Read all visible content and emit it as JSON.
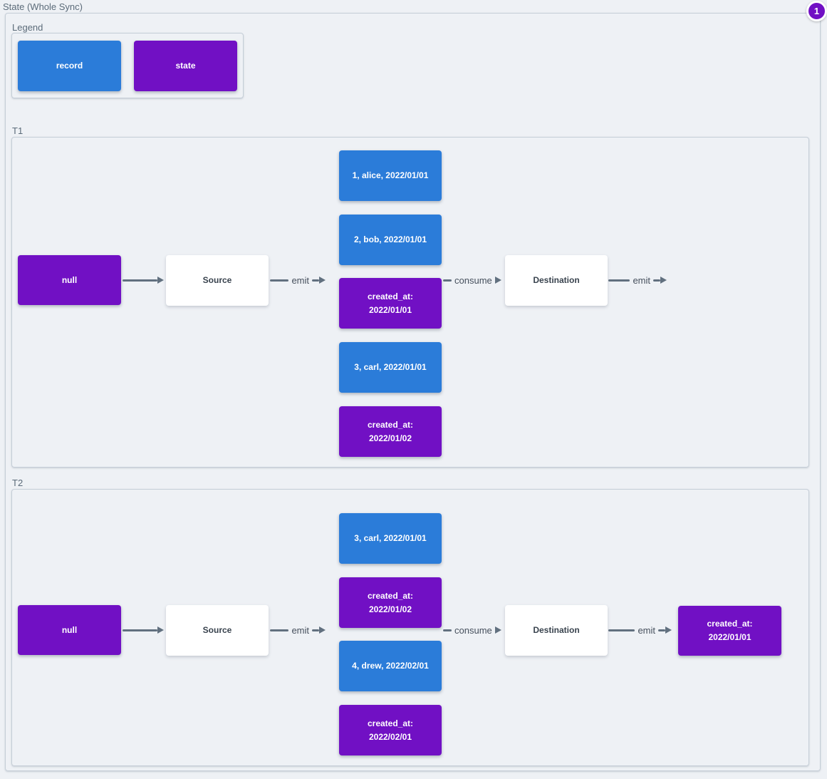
{
  "page": {
    "title": "State (Whole Sync)",
    "badge": "1"
  },
  "colors": {
    "record": "#2b7cd9",
    "state": "#7110c4",
    "background": "#eef1f5",
    "border": "#c5ced7",
    "arrow": "#61707f",
    "label_text": "#5b6b79",
    "connector_text": "#454f5c",
    "node_text": "#39434e"
  },
  "legend": {
    "label": "Legend",
    "items": [
      {
        "type": "record",
        "label": "record"
      },
      {
        "type": "state",
        "label": "state"
      }
    ]
  },
  "sections": [
    {
      "label": "T1",
      "input_state": "null",
      "source": "Source",
      "emit_label": "emit",
      "consume_label": "consume",
      "destination": "Destination",
      "emit_out_label": "emit",
      "stack": [
        {
          "type": "record",
          "lines": [
            "1, alice, 2022/01/01"
          ]
        },
        {
          "type": "record",
          "lines": [
            "2, bob, 2022/01/01"
          ]
        },
        {
          "type": "state",
          "lines": [
            "created_at:",
            "2022/01/01"
          ]
        },
        {
          "type": "record",
          "lines": [
            "3, carl, 2022/01/01"
          ]
        },
        {
          "type": "state",
          "lines": [
            "created_at:",
            "2022/01/02"
          ]
        }
      ]
    },
    {
      "label": "T2",
      "input_state": "null",
      "source": "Source",
      "emit_label": "emit",
      "consume_label": "consume",
      "destination": "Destination",
      "emit_out_label": "emit",
      "stack": [
        {
          "type": "record",
          "lines": [
            "3, carl, 2022/01/01"
          ]
        },
        {
          "type": "state",
          "lines": [
            "created_at:",
            "2022/01/02"
          ]
        },
        {
          "type": "record",
          "lines": [
            "4, drew, 2022/02/01"
          ]
        },
        {
          "type": "state",
          "lines": [
            "created_at:",
            "2022/02/01"
          ]
        }
      ],
      "output_state": {
        "type": "state",
        "lines": [
          "created_at:",
          "2022/01/01"
        ]
      }
    }
  ]
}
